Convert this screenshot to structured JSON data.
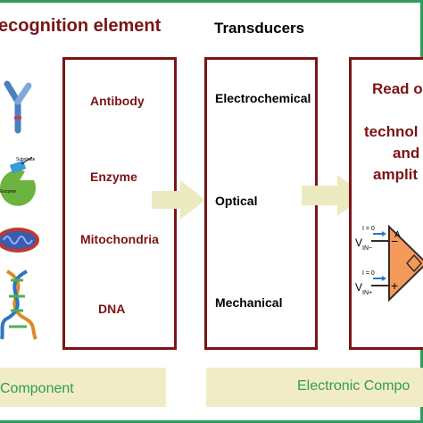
{
  "titles": {
    "recognition": "ecognition element",
    "transducers": "Transducers"
  },
  "recognition_items": [
    "Antibody",
    "Enzyme",
    "Mitochondria",
    "DNA"
  ],
  "transducer_items": [
    "Electrochemical",
    "Optical",
    "Mechanical"
  ],
  "readout_lines": [
    "Read o",
    "technol",
    "and",
    "amplit"
  ],
  "banners": {
    "left": "Component",
    "right": "Electronic Compo"
  },
  "icon_labels": {
    "substrate": "Substrate",
    "enzyme": "Enzyme"
  },
  "amplifier": {
    "current_label": "I = 0",
    "vin_minus": "V",
    "vin_minus_sub": "IN−",
    "vin_plus": "V",
    "vin_plus_sub": "IN+",
    "gain": "A",
    "minus_sign": "−",
    "plus_sign": "+"
  },
  "colors": {
    "frame": "#2e9e5b",
    "box_border": "#7b1416",
    "banner_bg": "#f2ecc6",
    "arrow": "#eceac0",
    "amplifier": "#f39a5a"
  }
}
